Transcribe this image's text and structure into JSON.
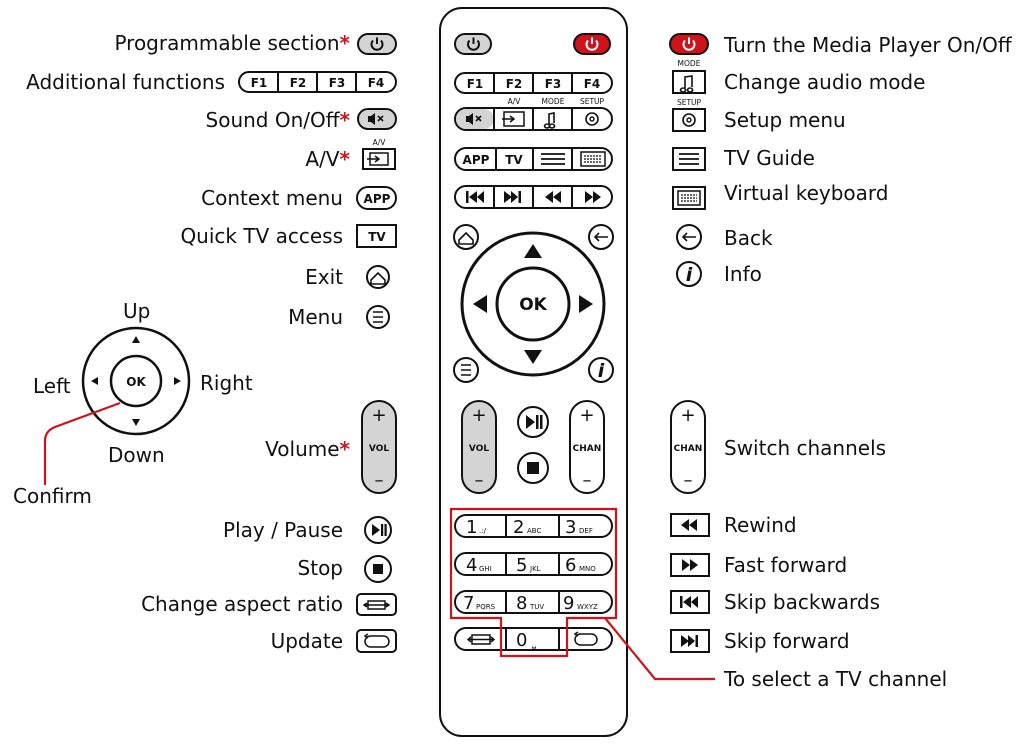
{
  "colors": {
    "accent": "#d0121b",
    "ink": "#111111",
    "button_grey": "#d4d4d4"
  },
  "left_labels": {
    "programmable": "Programmable section",
    "additional": "Additional functions",
    "sound": "Sound On/Off",
    "av": "A/V",
    "context": "Context menu",
    "quick_tv": "Quick TV access",
    "exit": "Exit",
    "menu": "Menu",
    "volume": "Volume",
    "play_pause": "Play / Pause",
    "stop": "Stop",
    "aspect": "Change aspect ratio",
    "update": "Update"
  },
  "asterisk": "*",
  "dpad_labels": {
    "up": "Up",
    "down": "Down",
    "left": "Left",
    "right": "Right",
    "confirm": "Confirm",
    "ok": "OK"
  },
  "right_labels": {
    "power": "Turn the Media Player On/Off",
    "audio_mode": "Change audio mode",
    "setup": "Setup menu",
    "tv_guide": "TV Guide",
    "keyboard": "Virtual keyboard",
    "back": "Back",
    "info": "Info",
    "switch_channels": "Switch channels",
    "rewind": "Rewind",
    "fast_forward": "Fast forward",
    "skip_back": "Skip backwards",
    "skip_forward": "Skip forward",
    "select_channel": "To select a TV channel"
  },
  "keys": {
    "f1": "F1",
    "f2": "F2",
    "f3": "F3",
    "f4": "F4",
    "av_small": "A/V",
    "mode_small": "MODE",
    "setup_small": "SETUP",
    "app": "APP",
    "tv": "TV",
    "ok": "OK",
    "vol": "VOL",
    "chan": "CHAN",
    "plus": "+",
    "minus": "–",
    "info": "i",
    "num": [
      {
        "d": "1",
        "s": ".:/"
      },
      {
        "d": "2",
        "s": "ABC"
      },
      {
        "d": "3",
        "s": "DEF"
      },
      {
        "d": "4",
        "s": "GHI"
      },
      {
        "d": "5",
        "s": "JKL"
      },
      {
        "d": "6",
        "s": "MNO"
      },
      {
        "d": "7",
        "s": "PQRS"
      },
      {
        "d": "8",
        "s": "TUV"
      },
      {
        "d": "9",
        "s": "WXYZ"
      },
      {
        "d": "0",
        "s": "⎵"
      }
    ]
  }
}
